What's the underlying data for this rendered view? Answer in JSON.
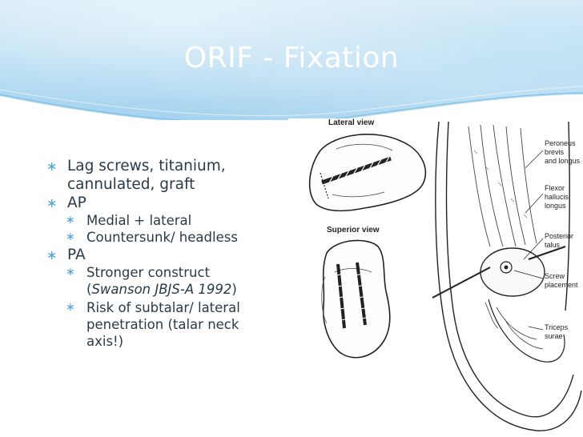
{
  "slide": {
    "title": "ORIF - Fixation",
    "bullets": [
      {
        "text_line1": "Lag screws, titanium,",
        "text_line2": "cannulated, graft"
      },
      {
        "text": "AP",
        "sub": [
          "Medial + lateral",
          "Countersunk/ headless"
        ]
      },
      {
        "text": "PA",
        "sub_1_line1": "Stronger construct",
        "sub_1_line2_pre": "(",
        "sub_1_line2_italic": "Swanson JBJS-A 1992",
        "sub_1_line2_post": ")",
        "sub_2_lines": [
          "Risk of subtalar/ lateral",
          "penetration (talar neck",
          "axis!)"
        ]
      }
    ],
    "bullet_glyph": "∗"
  },
  "figure": {
    "labels": {
      "lateral_view": "Lateral view",
      "superior_view": "Superior view",
      "peroneus": [
        "Peroneus",
        "brevis",
        "and longus"
      ],
      "flexor": [
        "Flexor",
        "hallucis",
        "longus"
      ],
      "posterior_talus": [
        "Posterior",
        "talus"
      ],
      "screw_placement": [
        "Screw",
        "placement"
      ],
      "triceps": [
        "Triceps",
        "surae"
      ]
    }
  },
  "colors": {
    "accent": "#4aa3d8",
    "title": "#ffffff",
    "header_bg": "#b8ddf3"
  }
}
